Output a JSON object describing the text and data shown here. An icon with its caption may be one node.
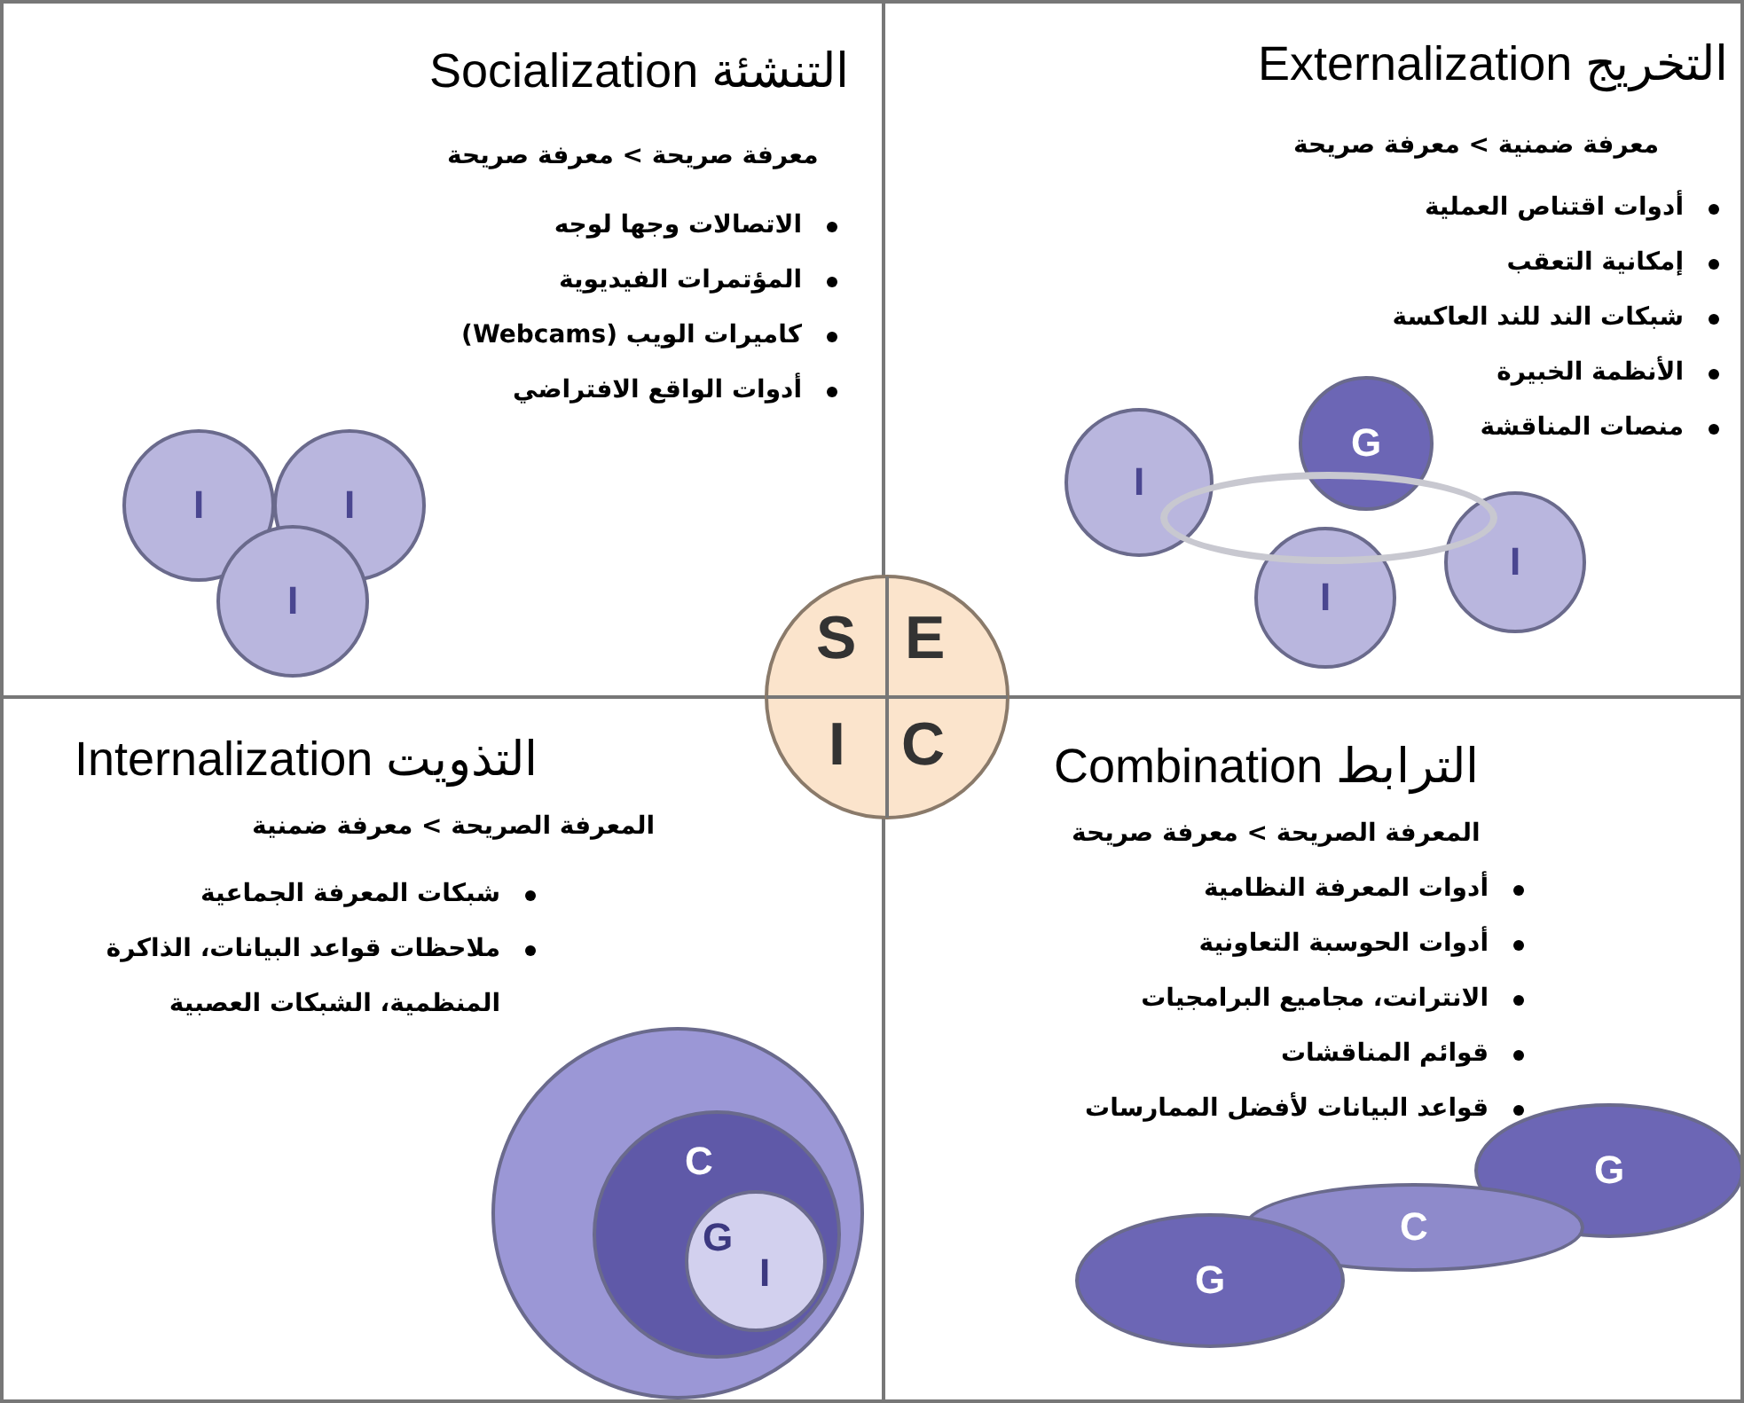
{
  "diagram": {
    "nodes": [
      {
        "text": [
          "Socialization التنشئة",
          "معرفة صريحة > معرفة صريحة",
          "الاتصالات وجها لوجه",
          "المؤتمرات الفيديوية",
          "كاميرات الويب (Webcams)",
          "أدوات الواقع الافتراضي"
        ]
      },
      {
        "text": [
          "I"
        ],
        "in": 0
      },
      {
        "text": [
          "I"
        ],
        "in": 0
      },
      {
        "text": [
          "I"
        ],
        "in": 0
      },
      {
        "text": [
          "Externalization التخريج",
          "معرفة ضمنية > معرفة صريحة",
          "أدوات اقتناص العملية",
          "إمكانية التعقب",
          "شبكات الند للند العاكسة",
          "الأنظمة الخبيرة",
          "منصات المناقشة"
        ]
      },
      {
        "text": [
          "I"
        ],
        "in": 4
      },
      {
        "text": [
          "G"
        ],
        "in": 4
      },
      {
        "text": [],
        "shape": "ellipse",
        "in": 4
      },
      {
        "text": [
          "I"
        ],
        "in": 4
      },
      {
        "text": [
          "I"
        ],
        "in": 4
      },
      {
        "text": [
          "Internalization التذويت",
          "المعرفة الصريحة > معرفة ضمنية",
          "شبكات المعرفة الجماعية",
          "ملاحظات قواعد البيانات، الذاكرة المنظمية، الشبكات العصبية"
        ]
      },
      {
        "text": [],
        "shape": "circle",
        "in": 10
      },
      {
        "text": [
          "C"
        ],
        "in": 11
      },
      {
        "text": [
          "G",
          "I"
        ],
        "in": 12
      },
      {
        "text": [
          "Combination الترابط",
          "المعرفة الصريحة > معرفة صريحة",
          "أدوات المعرفة النظامية",
          "أدوات الحوسبة التعاونية",
          "الانترانت، مجاميع البرامجيات",
          "قوائم المناقشات",
          "قواعد البيانات لأفضل الممارسات"
        ]
      },
      {
        "text": [
          "G"
        ],
        "in": 14
      },
      {
        "text": [
          "C"
        ],
        "in": 14
      },
      {
        "text": [
          "G"
        ],
        "in": 14
      },
      {
        "text": [
          "S",
          "E",
          "I",
          "C"
        ]
      }
    ],
    "edges": []
  }
}
